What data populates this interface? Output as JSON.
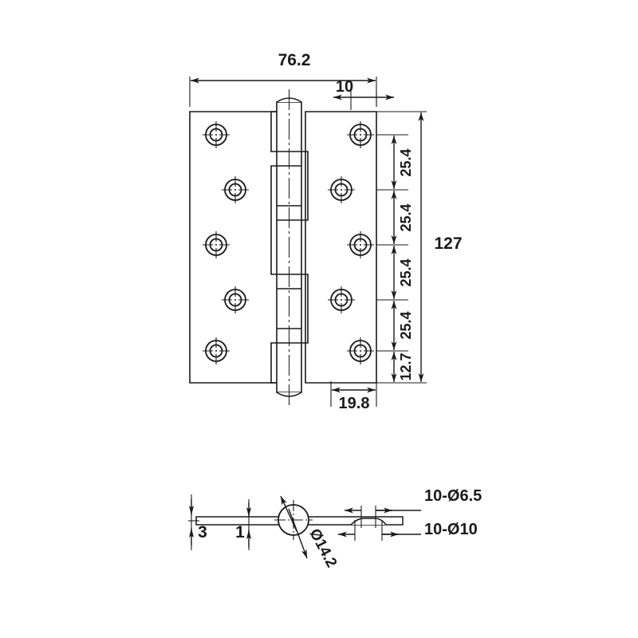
{
  "drawing": {
    "title": "Hinge Technical Drawing",
    "units": "mm",
    "line_color": "#1a1a1a",
    "text_color": "#1a1a1a",
    "background": "#ffffff"
  },
  "front_view": {
    "name": "Hinge Front Elevation",
    "overall_width": "76.2",
    "leaf_width_right": "10",
    "overall_height": "127",
    "knuckle_offset": "19.8",
    "hole_spacings": [
      "25.4",
      "25.4",
      "25.4",
      "25.4",
      "12.7"
    ],
    "hole_count_left": 5,
    "hole_count_right": 5
  },
  "section_view": {
    "name": "Hinge Section / Plan View",
    "leaf_thickness": "3",
    "gap": "1",
    "pin_diameter": "Ø14.2",
    "countersink_callout": "10-Ø6.5",
    "hole_callout": "10-Ø10"
  },
  "labels": {
    "width_76_2": "76.2",
    "width_10": "10",
    "height_127": "127",
    "offset_19_8": "19.8",
    "spacing_1": "25.4",
    "spacing_2": "25.4",
    "spacing_3": "25.4",
    "spacing_4": "25.4",
    "spacing_5": "12.7",
    "thickness_3": "3",
    "gap_1": "1",
    "pin_dia": "Ø14.2",
    "cs_dia": "10-Ø6.5",
    "hole_dia": "10-Ø10"
  }
}
